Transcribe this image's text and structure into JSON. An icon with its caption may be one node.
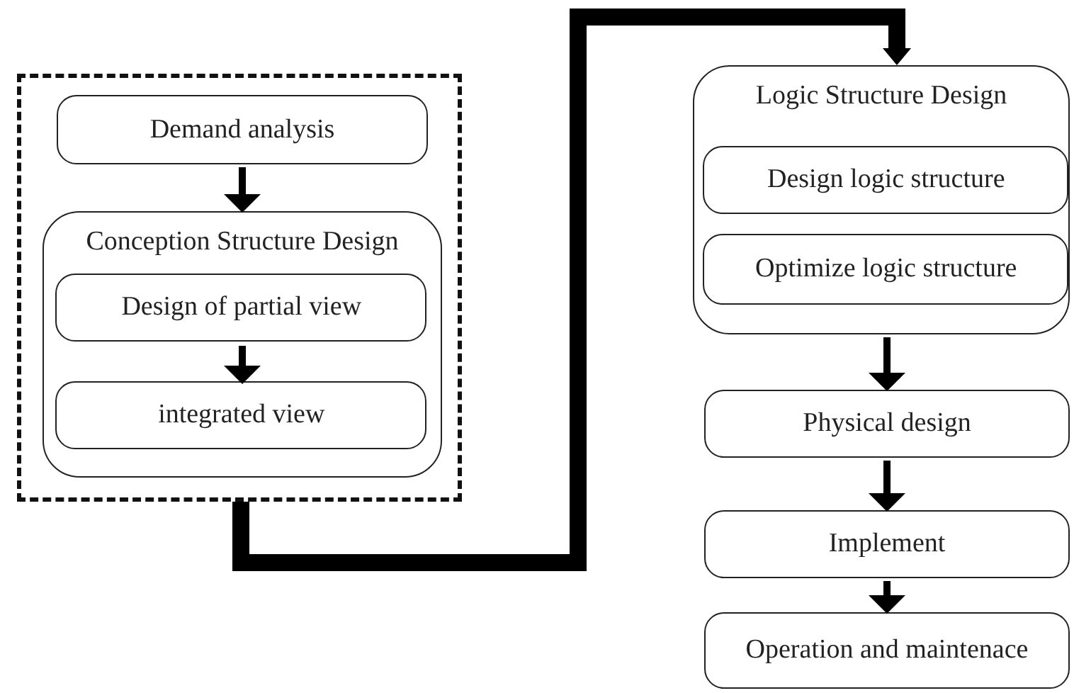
{
  "diagram": {
    "nodes": [
      {
        "text": [],
        "shape": "box"
      },
      {
        "text": [
          "Demand analysis"
        ],
        "in": 0
      },
      {
        "text": [
          "Conception Structure Design"
        ],
        "in": 0
      },
      {
        "text": [
          "Design of partial view"
        ],
        "in": 2
      },
      {
        "text": [
          "integrated view"
        ],
        "in": 2
      },
      {
        "text": [
          "Logic Structure Design"
        ]
      },
      {
        "text": [
          "Design logic structure"
        ],
        "in": 5
      },
      {
        "text": [
          "Optimize logic structure"
        ],
        "in": 5
      },
      {
        "text": [
          "Physical design"
        ]
      },
      {
        "text": [
          "Implement"
        ]
      },
      {
        "text": [
          "Operation and maintenace"
        ]
      }
    ],
    "edges": [
      {
        "from": 1,
        "to": 2,
        "arrow": "to"
      },
      {
        "from": 3,
        "to": 4,
        "arrow": "to"
      },
      {
        "from": 0,
        "to": 5,
        "arrow": "to",
        "style": "thick"
      },
      {
        "from": 5,
        "to": 8,
        "arrow": "to"
      },
      {
        "from": 8,
        "to": 9,
        "arrow": "to"
      },
      {
        "from": 9,
        "to": 10,
        "arrow": "to"
      }
    ]
  }
}
